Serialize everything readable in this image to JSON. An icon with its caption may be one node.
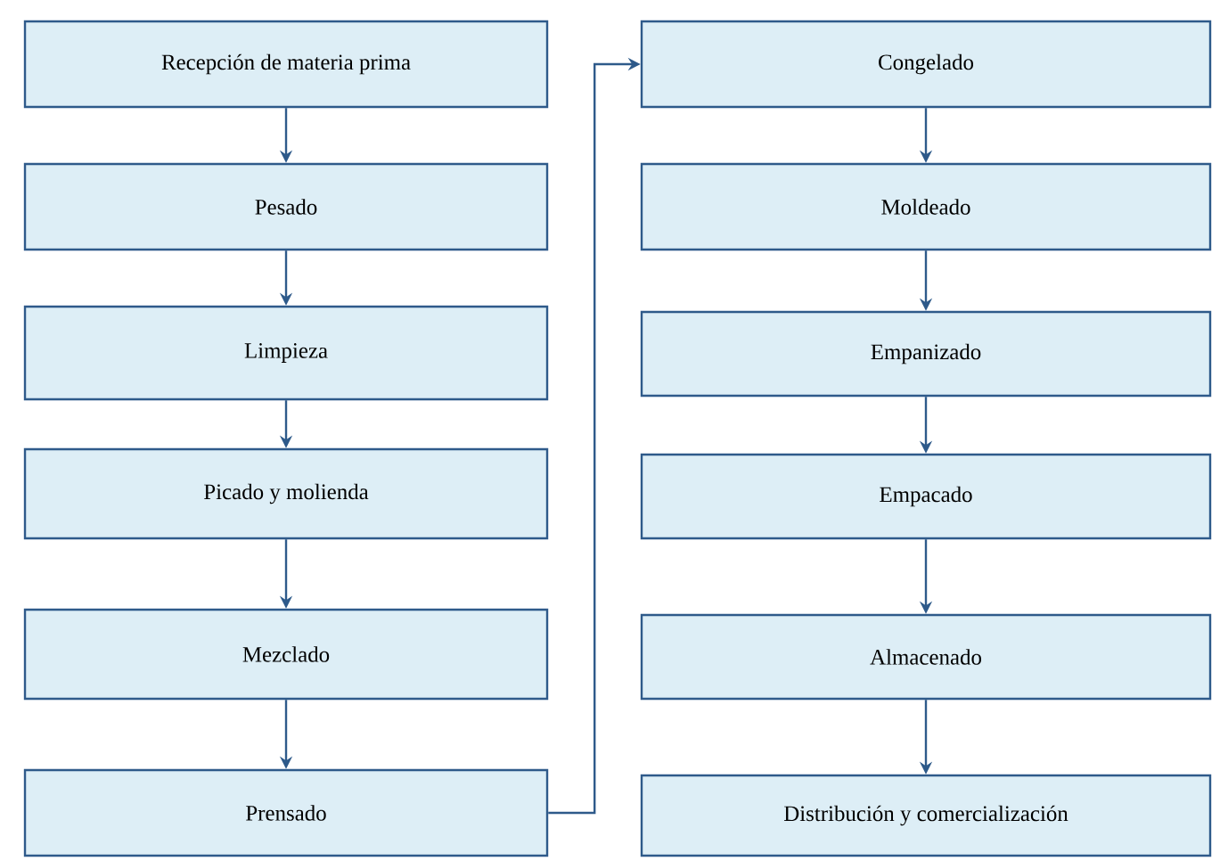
{
  "diagram": {
    "nodes": [
      {
        "text": [
          "Recepción de materia prima"
        ]
      },
      {
        "text": [
          "Pesado"
        ]
      },
      {
        "text": [
          "Limpieza"
        ]
      },
      {
        "text": [
          "Picado y molienda"
        ]
      },
      {
        "text": [
          "Mezclado"
        ]
      },
      {
        "text": [
          "Prensado"
        ]
      },
      {
        "text": [
          "Congelado"
        ]
      },
      {
        "text": [
          "Moldeado"
        ]
      },
      {
        "text": [
          "Empanizado"
        ]
      },
      {
        "text": [
          "Empacado"
        ]
      },
      {
        "text": [
          "Almacenado"
        ]
      },
      {
        "text": [
          "Distribución y comercialización"
        ]
      }
    ],
    "edges": [
      {
        "from": 0,
        "to": 1,
        "arrow": "to"
      },
      {
        "from": 1,
        "to": 2,
        "arrow": "to"
      },
      {
        "from": 2,
        "to": 3,
        "arrow": "to"
      },
      {
        "from": 3,
        "to": 4,
        "arrow": "to"
      },
      {
        "from": 4,
        "to": 5,
        "arrow": "to"
      },
      {
        "from": 5,
        "to": 6,
        "arrow": "to"
      },
      {
        "from": 6,
        "to": 7,
        "arrow": "to"
      },
      {
        "from": 7,
        "to": 8,
        "arrow": "to"
      },
      {
        "from": 8,
        "to": 9,
        "arrow": "to"
      },
      {
        "from": 9,
        "to": 10,
        "arrow": "to"
      },
      {
        "from": 10,
        "to": 11,
        "arrow": "to"
      }
    ]
  }
}
